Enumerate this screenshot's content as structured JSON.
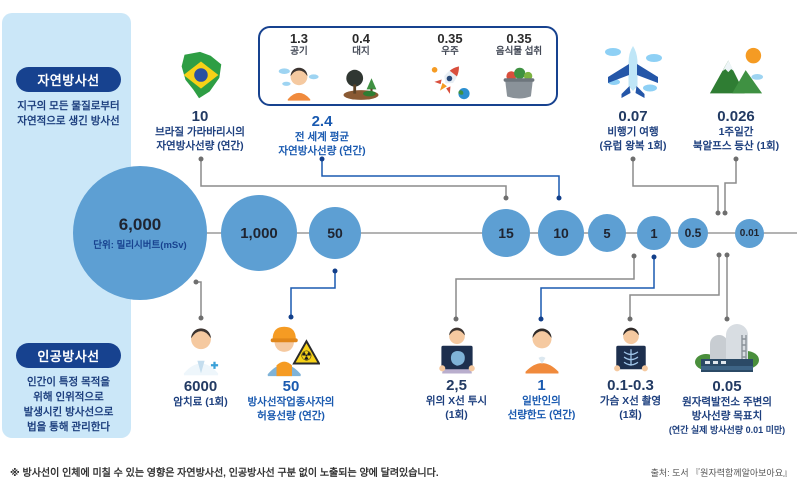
{
  "colors": {
    "panel_bg": "#cbe7f8",
    "badge_navy": "#17428f",
    "text_navy": "#1d3f7e",
    "accent_blue": "#1a5ab0",
    "circle_blue": "#5d9fd3",
    "connector_gray": "#8c8c8c"
  },
  "left_panel": {
    "natural_badge": "자연방사선",
    "natural_desc": [
      "지구의 모든 물질로부터",
      "자연적으로 생긴 방사선"
    ],
    "artificial_badge": "인공방사선",
    "artificial_desc": [
      "인간이 특정 목적을",
      "위해 인위적으로",
      "발생시킨 방사선으로",
      "법을 통해 관리한다"
    ]
  },
  "top_box": {
    "items": [
      {
        "value": "1.3",
        "label": "공기",
        "icon": "breathing-person-icon"
      },
      {
        "value": "0.4",
        "label": "대지",
        "icon": "land-trees-icon"
      },
      {
        "value": "0.35",
        "label": "우주",
        "icon": "space-rocket-icon"
      },
      {
        "value": "0.35",
        "label": "음식물 섭취",
        "icon": "food-pot-icon"
      }
    ]
  },
  "natural_sources": [
    {
      "value": "10",
      "lines": [
        "브라질 가라바리시의",
        "자연방사선량 (연간)"
      ],
      "icon": "brazil-map-icon"
    },
    {
      "value": "2.4",
      "lines": [
        "전 세계 평균",
        "자연방사선량 (연간)"
      ],
      "icon": null
    },
    {
      "value": "0.07",
      "lines": [
        "비행기 여행",
        "(유럽 왕복 1회)"
      ],
      "icon": "airplane-icon"
    },
    {
      "value": "0.026",
      "lines": [
        "1주일간",
        "북알프스 등산 (1회)"
      ],
      "icon": "mountain-icon"
    }
  ],
  "scale": {
    "unit_label": "단위: 밀리시버트(mSv)",
    "values": [
      "6,000",
      "1,000",
      "50",
      "15",
      "10",
      "5",
      "1",
      "0.5",
      "0.01"
    ]
  },
  "artificial_sources": [
    {
      "value": "6000",
      "lines": [
        "암치료 (1회)"
      ],
      "icon": "doctor-icon"
    },
    {
      "value": "50",
      "lines": [
        "방사선작업종사자의",
        "허용선량 (연간)"
      ],
      "icon": "radiation-worker-icon"
    },
    {
      "value": "2,5",
      "lines": [
        "위의 X선 투시",
        "(1회)"
      ],
      "icon": "stomach-xray-icon"
    },
    {
      "value": "1",
      "lines": [
        "일반인의",
        "선량한도 (연간)"
      ],
      "icon": "general-person-icon"
    },
    {
      "value": "0.1-0.3",
      "lines": [
        "가슴 X선 촬영",
        "(1회)"
      ],
      "icon": "chest-xray-icon"
    },
    {
      "value": "0.05",
      "lines": [
        "원자력발전소 주변의",
        "방사선량 목표치",
        "(연간 실제 방사선량 0.01 미만)"
      ],
      "icon": "nuclear-plant-icon"
    }
  ],
  "footnote": "※ 방사선이 인체에 미칠 수 있는 영향은 자연방사선, 인공방사선 구분 없이 노출되는 양에 달려있습니다.",
  "source": "출처: 도서 『원자력함께알아보아요』"
}
